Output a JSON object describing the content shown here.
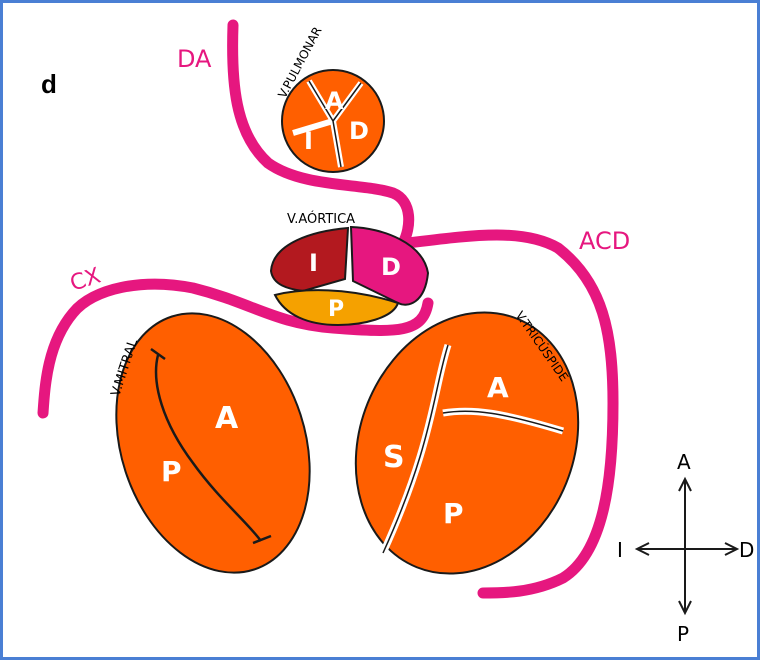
{
  "panel_label": "d",
  "colors": {
    "artery": "#e6177f",
    "leaflet": "#ff5f00",
    "aortic_left": "#b3191f",
    "aortic_posterior": "#f5a100",
    "outline": "#1a1a1a"
  },
  "arteries": {
    "da": "DA",
    "acd": "ACD",
    "cx": "CX"
  },
  "pulmonary": {
    "title": "V.PULMONAR",
    "a": "A",
    "i": "I",
    "d": "D"
  },
  "aortic": {
    "title": "V.AÓRTICA",
    "i": "I",
    "d": "D",
    "p": "P"
  },
  "mitral": {
    "title": "V.MITRAL",
    "a": "A",
    "p": "P"
  },
  "tricuspid": {
    "title": "V.TRICÚSPIDE",
    "a": "A",
    "s": "S",
    "p": "P"
  },
  "compass": {
    "a": "A",
    "p": "P",
    "i": "I",
    "d": "D"
  }
}
